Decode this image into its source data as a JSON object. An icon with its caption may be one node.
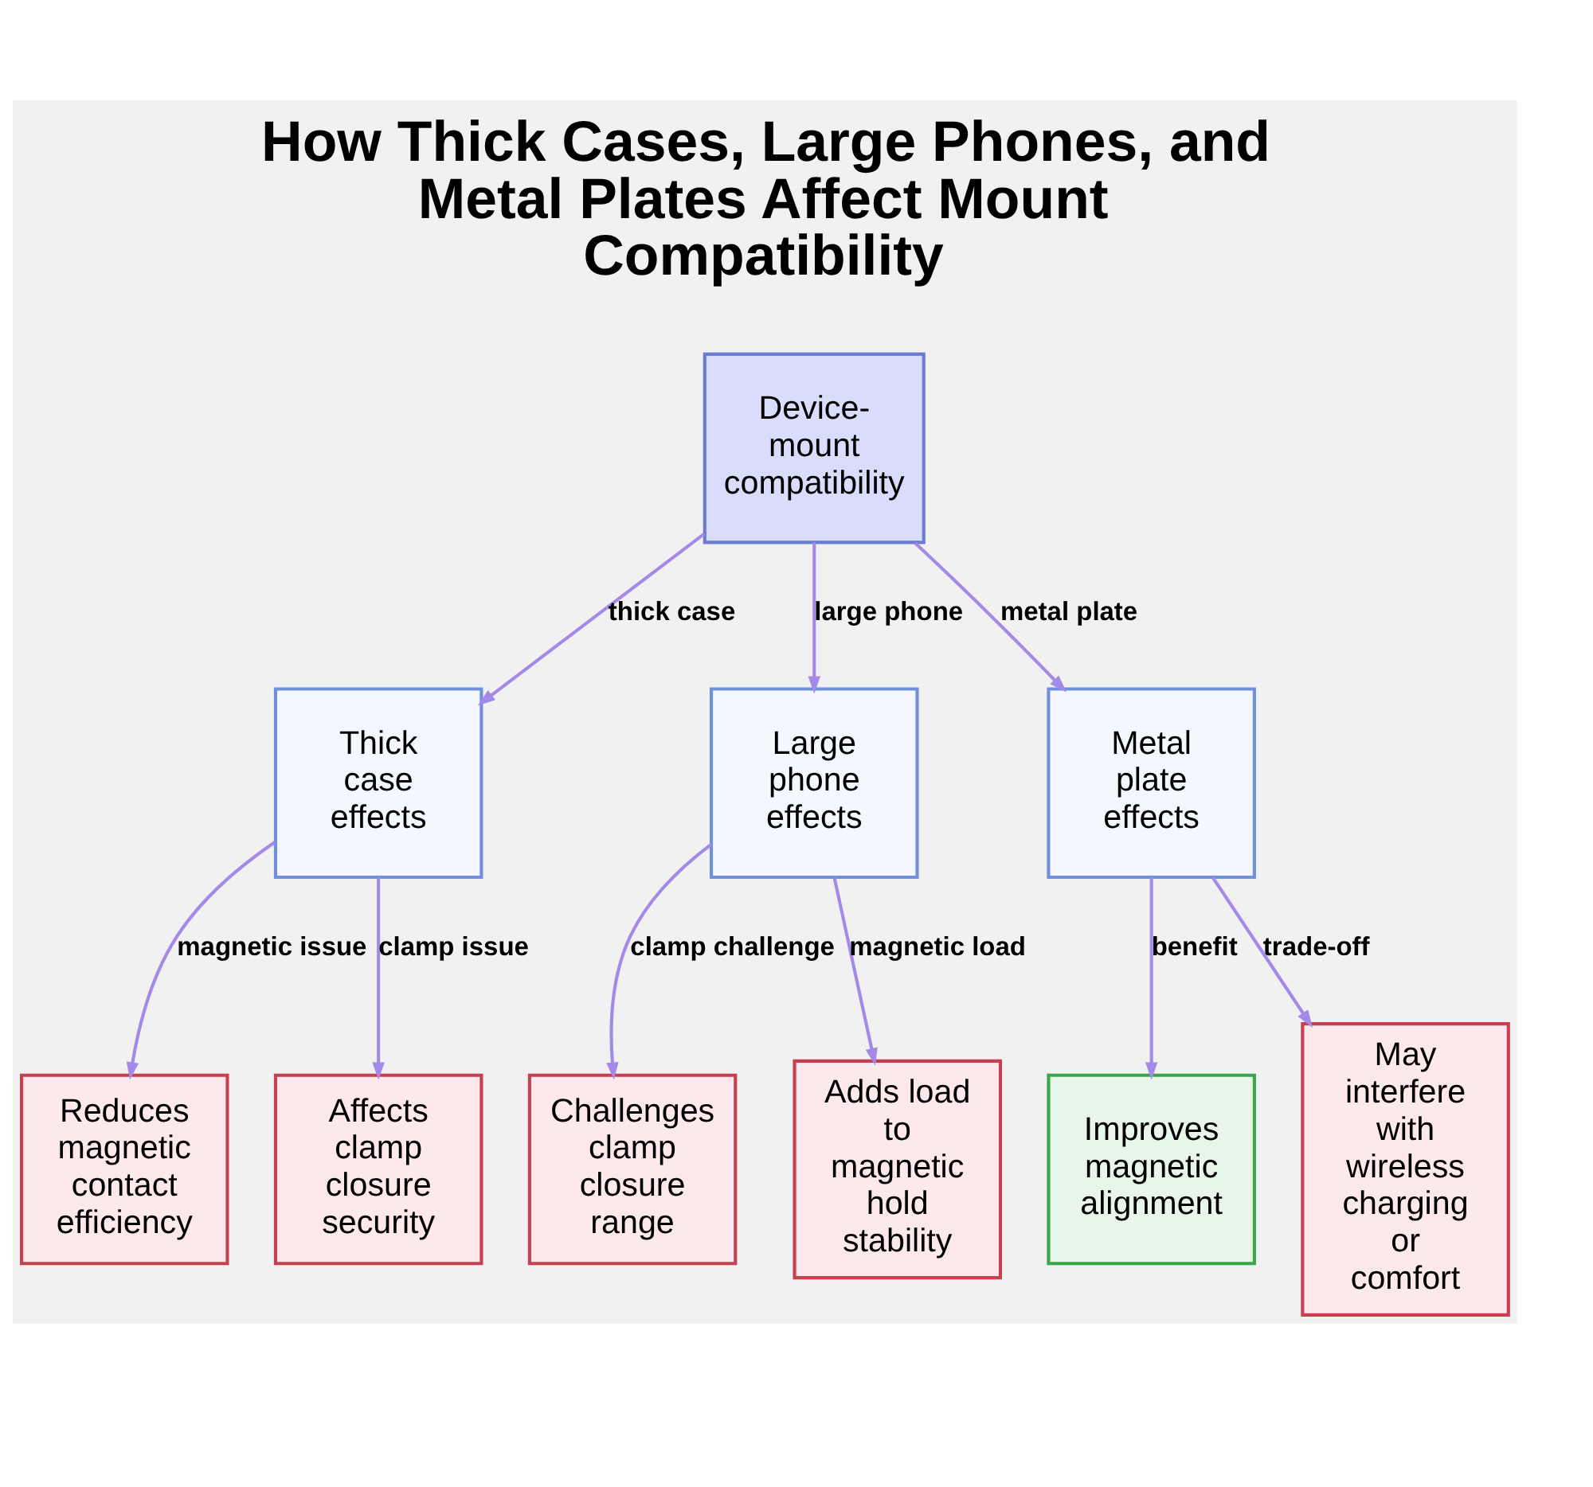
{
  "diagram": {
    "title": "How Thick Cases, Large Phones, and Metal Plates Affect Mount Compatibility",
    "nodes": [
      {
        "text": [
          "Device-mount compatibility"
        ]
      },
      {
        "text": [
          "Thick case effects"
        ]
      },
      {
        "text": [
          "Large phone effects"
        ]
      },
      {
        "text": [
          "Metal plate effects"
        ]
      },
      {
        "text": [
          "Reduces magnetic contact efficiency"
        ]
      },
      {
        "text": [
          "Affects clamp closure security"
        ]
      },
      {
        "text": [
          "Challenges clamp closure range"
        ]
      },
      {
        "text": [
          "Adds load to magnetic hold stability"
        ]
      },
      {
        "text": [
          "Improves magnetic alignment"
        ]
      },
      {
        "text": [
          "May interfere with wireless charging or comfort"
        ]
      }
    ],
    "edges": [
      {
        "from": 0,
        "to": 1,
        "arrow": "to",
        "label": "thick case"
      },
      {
        "from": 0,
        "to": 2,
        "arrow": "to",
        "label": "large phone"
      },
      {
        "from": 0,
        "to": 3,
        "arrow": "to",
        "label": "metal plate"
      },
      {
        "from": 1,
        "to": 4,
        "arrow": "to",
        "label": "magnetic issue"
      },
      {
        "from": 1,
        "to": 5,
        "arrow": "to",
        "label": "clamp issue"
      },
      {
        "from": 2,
        "to": 6,
        "arrow": "to",
        "label": "clamp challenge"
      },
      {
        "from": 2,
        "to": 7,
        "arrow": "to",
        "label": "magnetic load"
      },
      {
        "from": 3,
        "to": 8,
        "arrow": "to",
        "label": "benefit"
      },
      {
        "from": 3,
        "to": 9,
        "arrow": "to",
        "label": "trade-off"
      }
    ]
  }
}
